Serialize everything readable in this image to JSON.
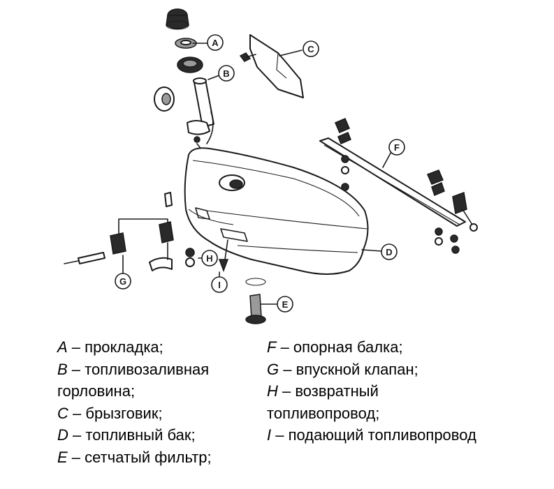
{
  "callouts": [
    "A",
    "B",
    "C",
    "D",
    "E",
    "F",
    "G",
    "H",
    "I"
  ],
  "legend": {
    "dash": " – ",
    "left": [
      {
        "key": "A",
        "text": "прокладка;"
      },
      {
        "key": "B",
        "text": "топливозаливная горловина;"
      },
      {
        "key": "C",
        "text": "брызговик;"
      },
      {
        "key": "D",
        "text": "топливный бак;"
      },
      {
        "key": "E",
        "text": "сетчатый фильтр;"
      }
    ],
    "right": [
      {
        "key": "F",
        "text": "опорная балка;"
      },
      {
        "key": "G",
        "text": "впускной клапан;"
      },
      {
        "key": "H",
        "text": "возвратный топливопровод;"
      },
      {
        "key": "I",
        "text": "подающий топливопровод"
      }
    ]
  }
}
